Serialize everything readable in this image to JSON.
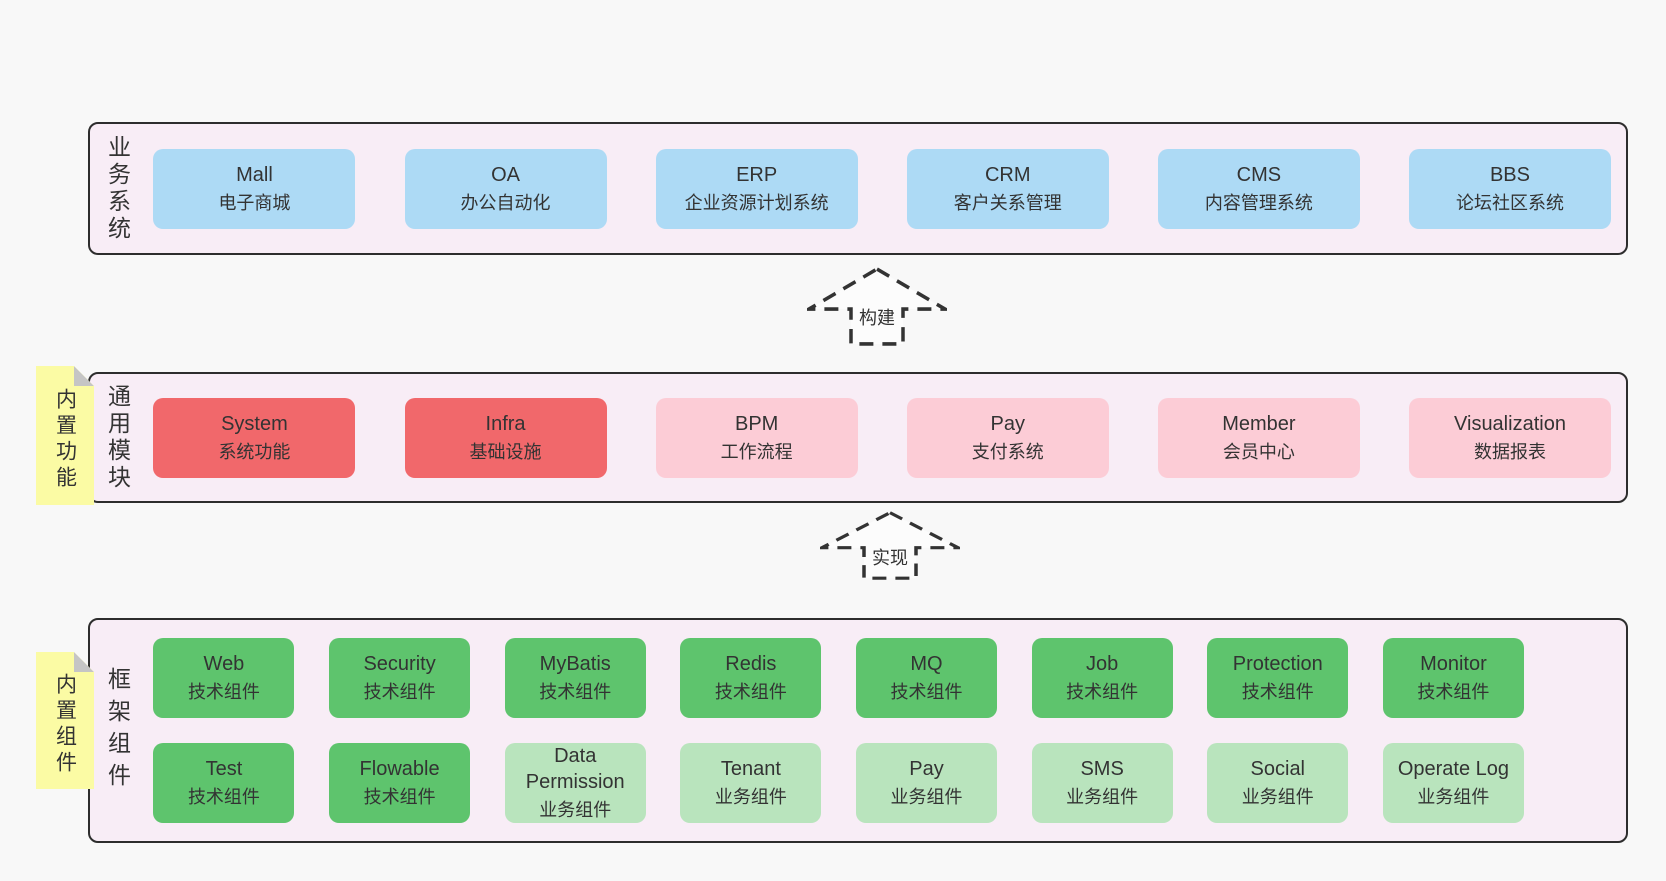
{
  "colors": {
    "page_bg": "#f8f8f8",
    "panel_bg": "#f8edf6",
    "panel_border": "#2d2d2d",
    "blue_box": "#addaf5",
    "red_box": "#f1686b",
    "pink_box": "#fcccd6",
    "green_dark_box": "#5ec46d",
    "green_light_box": "#b9e4bd",
    "sticky_yellow": "#fbfba4",
    "sticky_fold": "#c5c5c5",
    "text": "#333333"
  },
  "business_systems": {
    "label": "业务系统",
    "boxes": [
      {
        "name": "Mall",
        "desc": "电子商城",
        "variant": "blue"
      },
      {
        "name": "OA",
        "desc": "办公自动化",
        "variant": "blue"
      },
      {
        "name": "ERP",
        "desc": "企业资源计划系统",
        "variant": "blue"
      },
      {
        "name": "CRM",
        "desc": "客户关系管理",
        "variant": "blue"
      },
      {
        "name": "CMS",
        "desc": "内容管理系统",
        "variant": "blue"
      },
      {
        "name": "BBS",
        "desc": "论坛社区系统",
        "variant": "blue"
      }
    ]
  },
  "build_arrow": {
    "label": "构建"
  },
  "common_modules": {
    "label": "通用模块",
    "sticky": "内置功能",
    "boxes": [
      {
        "name": "System",
        "desc": "系统功能",
        "variant": "red"
      },
      {
        "name": "Infra",
        "desc": "基础设施",
        "variant": "red"
      },
      {
        "name": "BPM",
        "desc": "工作流程",
        "variant": "pink"
      },
      {
        "name": "Pay",
        "desc": "支付系统",
        "variant": "pink"
      },
      {
        "name": "Member",
        "desc": "会员中心",
        "variant": "pink"
      },
      {
        "name": "Visualization",
        "desc": "数据报表",
        "variant": "pink"
      }
    ]
  },
  "implement_arrow": {
    "label": "实现"
  },
  "framework_components": {
    "label": "框架组件",
    "sticky": "内置组件",
    "row1": [
      {
        "name": "Web",
        "desc": "技术组件",
        "variant": "green-dark"
      },
      {
        "name": "Security",
        "desc": "技术组件",
        "variant": "green-dark"
      },
      {
        "name": "MyBatis",
        "desc": "技术组件",
        "variant": "green-dark"
      },
      {
        "name": "Redis",
        "desc": "技术组件",
        "variant": "green-dark"
      },
      {
        "name": "MQ",
        "desc": "技术组件",
        "variant": "green-dark"
      },
      {
        "name": "Job",
        "desc": "技术组件",
        "variant": "green-dark"
      },
      {
        "name": "Protection",
        "desc": "技术组件",
        "variant": "green-dark"
      },
      {
        "name": "Monitor",
        "desc": "技术组件",
        "variant": "green-dark"
      }
    ],
    "row2": [
      {
        "name": "Test",
        "desc": "技术组件",
        "variant": "green-dark"
      },
      {
        "name": "Flowable",
        "desc": "技术组件",
        "variant": "green-dark"
      },
      {
        "name": "Data Permission",
        "desc": "业务组件",
        "variant": "green-light"
      },
      {
        "name": "Tenant",
        "desc": "业务组件",
        "variant": "green-light"
      },
      {
        "name": "Pay",
        "desc": "业务组件",
        "variant": "green-light"
      },
      {
        "name": "SMS",
        "desc": "业务组件",
        "variant": "green-light"
      },
      {
        "name": "Social",
        "desc": "业务组件",
        "variant": "green-light"
      },
      {
        "name": "Operate Log",
        "desc": "业务组件",
        "variant": "green-light"
      }
    ]
  }
}
